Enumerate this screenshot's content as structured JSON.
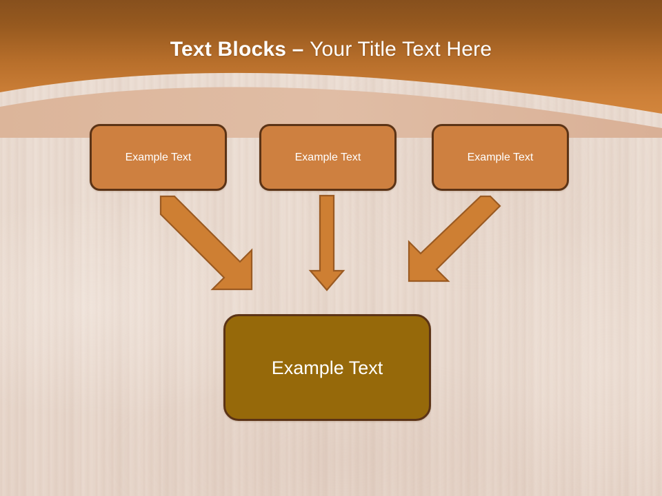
{
  "slide": {
    "title": {
      "strong": "Text Blocks ",
      "separator": "– ",
      "light": "Your Title Text Here"
    },
    "theme": {
      "header_gradient_top": "#8b5420",
      "header_gradient_bottom": "#cf8238",
      "header_band_tan": "#ddb79c",
      "background": "#e9dacf",
      "top_box_fill": "#ce8040",
      "top_box_border": "#5b3316",
      "bottom_box_fill": "#96690a",
      "bottom_box_border": "#5b3316",
      "arrow_fill": "#ce7f33",
      "arrow_border": "#9a5a22",
      "text_color": "#ffffff"
    },
    "top_boxes": [
      {
        "label": "Example Text"
      },
      {
        "label": "Example Text"
      },
      {
        "label": "Example Text"
      }
    ],
    "arrows": [
      {
        "name": "arrow-left-diagonal",
        "direction": "down-right"
      },
      {
        "name": "arrow-middle-straight",
        "direction": "down"
      },
      {
        "name": "arrow-right-diagonal",
        "direction": "down-left"
      }
    ],
    "bottom_box": {
      "label": "Example Text"
    }
  }
}
